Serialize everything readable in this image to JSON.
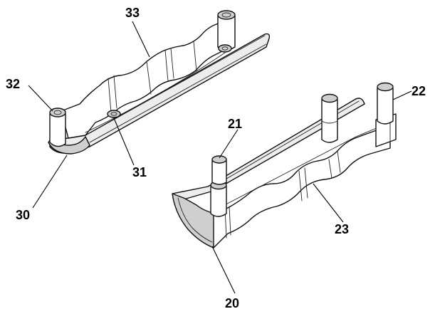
{
  "labels": {
    "part_30": "30",
    "part_31": "31",
    "part_32": "32",
    "part_33": "33",
    "part_20": "20",
    "part_21": "21",
    "part_22": "22",
    "part_23": "23"
  }
}
